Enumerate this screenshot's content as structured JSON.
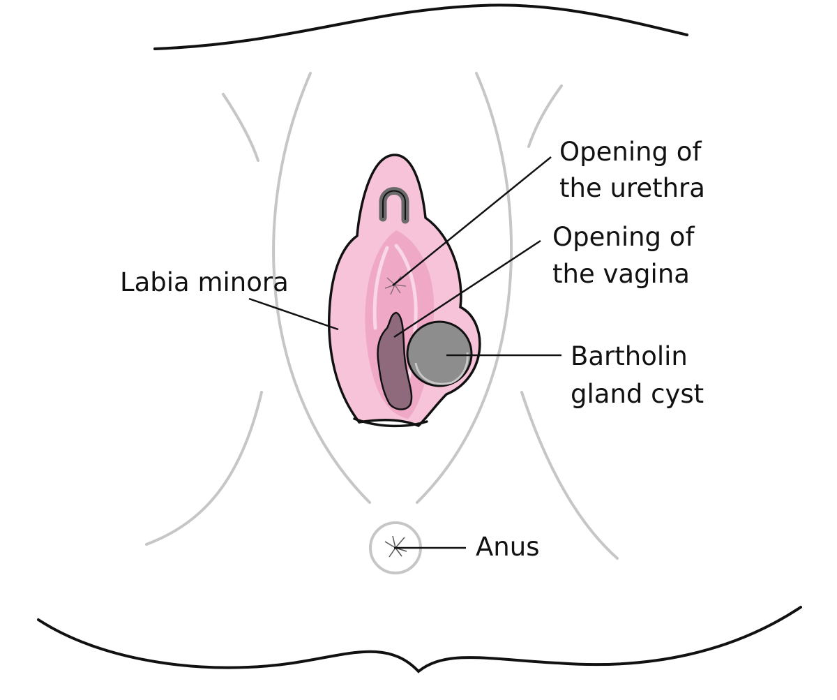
{
  "labels": {
    "urethra": [
      "Opening of",
      "the urethra"
    ],
    "vagina": [
      "Opening of",
      "the vagina"
    ],
    "labia": "Labia minora",
    "cyst": [
      "Bartholin",
      "gland cyst"
    ],
    "anus": "Anus"
  },
  "colors": {
    "outline": "#111111",
    "skin_line": "#c6c6c6",
    "labia_fill": "#f6c3d8",
    "labia_inner": "#ee9fc2",
    "vagina_fill": "#8f6a7c",
    "cyst_fill": "#8d8d8d",
    "cyst_ring": "#c8c8c8",
    "leader": "#111111"
  }
}
